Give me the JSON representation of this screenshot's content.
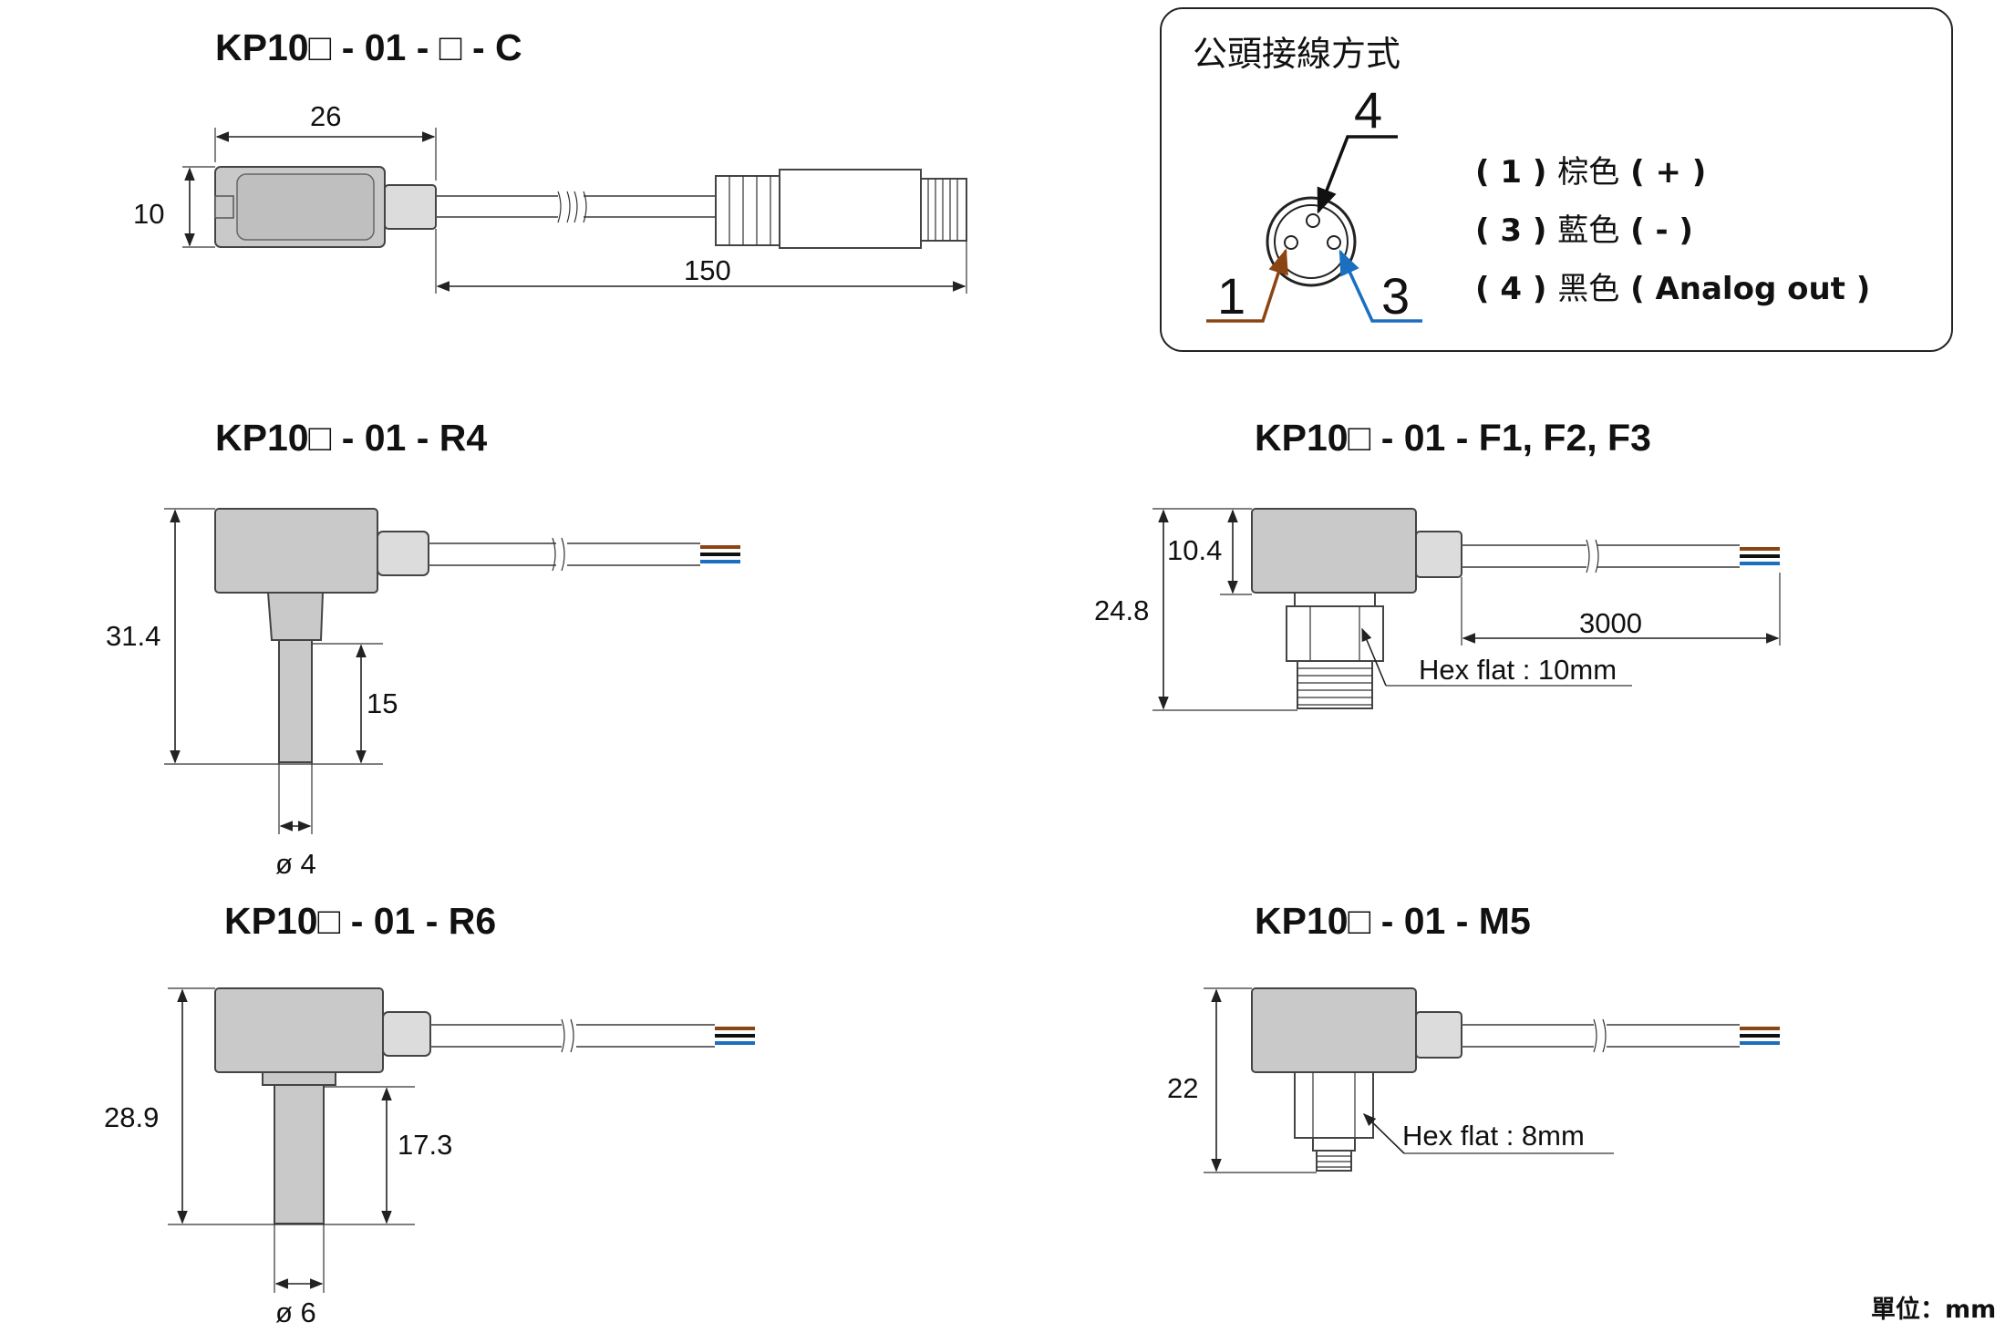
{
  "drawings": {
    "c": {
      "title": "KP10□ - 01 - □ - C",
      "dim_width": "26",
      "dim_height": "10",
      "dim_length": "150"
    },
    "r4": {
      "title": "KP10□ - 01 - R4",
      "dim_height": "31.4",
      "dim_stem": "15",
      "dim_diameter": "ø 4"
    },
    "r6": {
      "title": "KP10□ - 01 - R6",
      "dim_height": "28.9",
      "dim_stem": "17.3",
      "dim_diameter": "ø 6"
    },
    "f": {
      "title": "KP10□ - 01 - F1, F2, F3",
      "dim_body": "10.4",
      "dim_height": "24.8",
      "dim_cable": "3000",
      "hex_note": "Hex flat : 10mm"
    },
    "m5": {
      "title": "KP10□ - 01 - M5",
      "dim_height": "22",
      "hex_note": "Hex flat : 8mm"
    }
  },
  "wiring": {
    "title": "公頭接線方式",
    "pins": {
      "pin1": "1",
      "pin3": "3",
      "pin4": "4"
    },
    "legend": [
      {
        "open": "( 1 ) ",
        "color_name": "棕色",
        "signal": " ( + )"
      },
      {
        "open": "( 3 ) ",
        "color_name": "藍色",
        "signal": " ( - )"
      },
      {
        "open": "( 4 ) ",
        "color_name": "黑色",
        "signal": " ( Analog out )"
      }
    ],
    "wire_colors": {
      "brown": "#8b4513",
      "blue": "#1a6fc0",
      "black": "#111111"
    }
  },
  "unit_label": "單位：mm"
}
